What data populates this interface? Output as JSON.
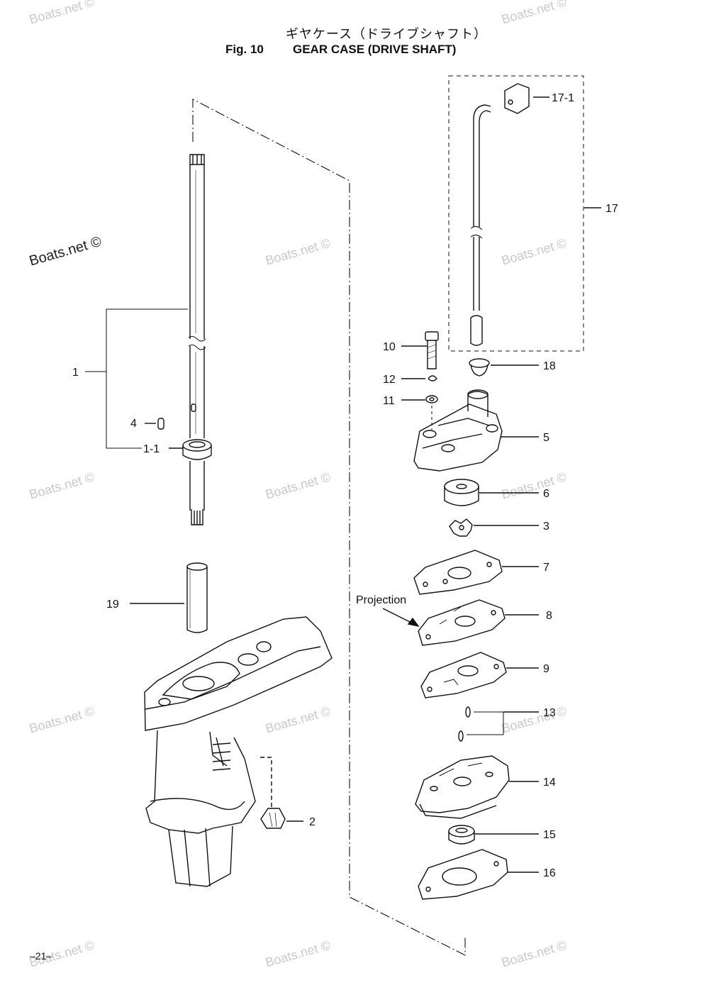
{
  "header": {
    "title_jp": "ギヤケース（ドライブシャフト）",
    "fig_number": "Fig. 10",
    "title_en": "GEAR CASE (DRIVE SHAFT)"
  },
  "page_number": "–21–",
  "watermark": "Boats.net ©",
  "callouts": {
    "c1": "1",
    "c1_1": "1-1",
    "c2": "2",
    "c3": "3",
    "c4": "4",
    "c5": "5",
    "c6": "6",
    "c7": "7",
    "c8": "8",
    "c9": "9",
    "c10": "10",
    "c11": "11",
    "c12": "12",
    "c13": "13",
    "c14": "14",
    "c15": "15",
    "c16": "16",
    "c17": "17",
    "c17_1": "17-1",
    "c18": "18",
    "c19": "19"
  },
  "annotations": {
    "projection": "Projection"
  }
}
